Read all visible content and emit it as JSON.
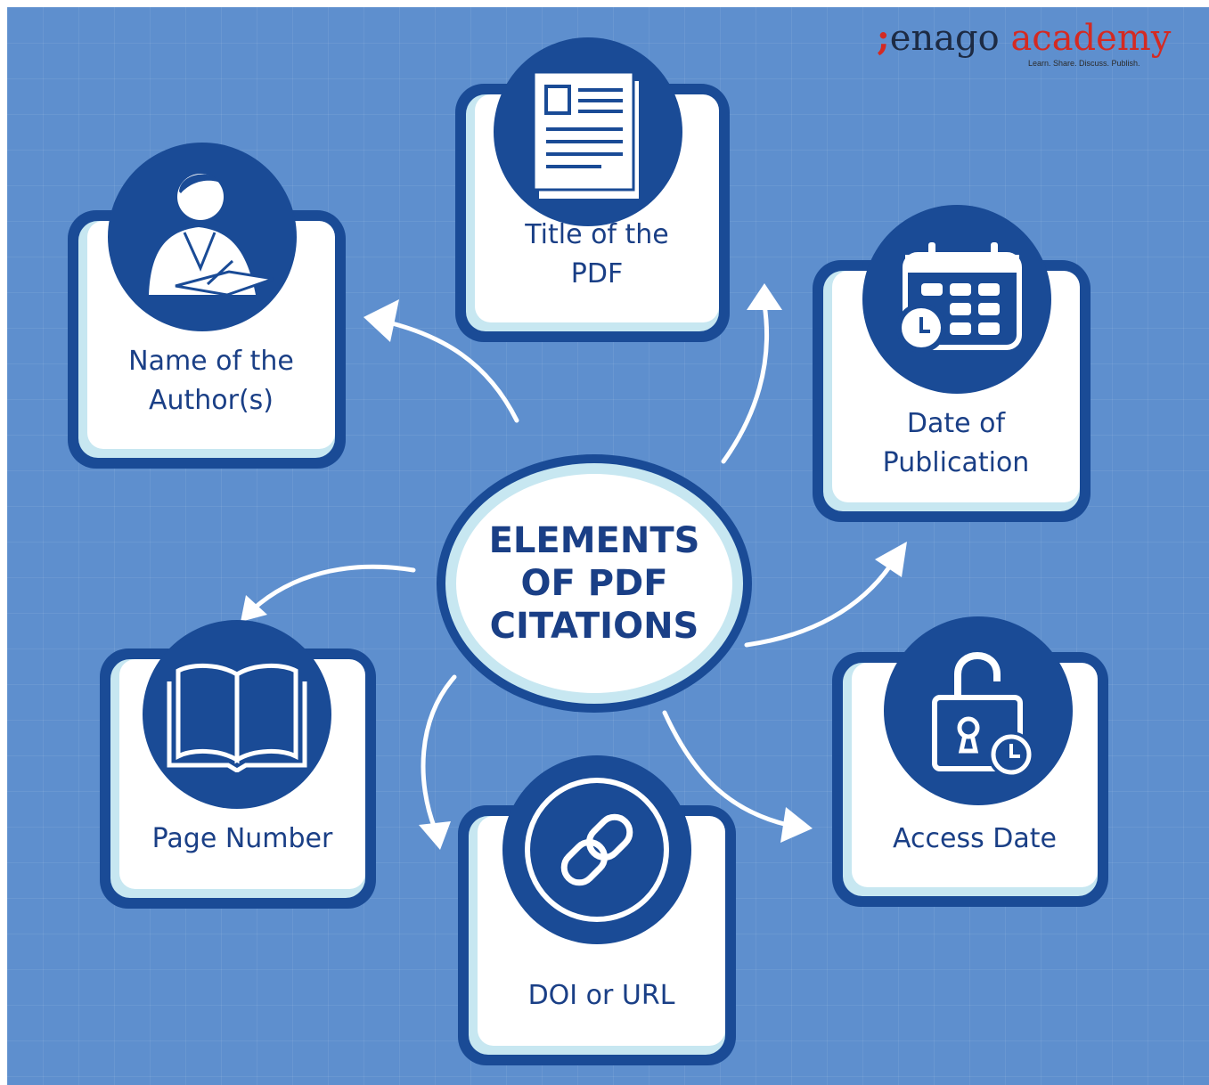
{
  "logo": {
    "mark": ";",
    "word1": "enago",
    "word2": "academy",
    "tagline": "Learn. Share. Discuss. Publish."
  },
  "center": {
    "title": "ELEMENTS OF PDF CITATIONS"
  },
  "cards": {
    "author": {
      "label": "Name of the Author(s)",
      "icon": "author-writing-icon"
    },
    "title": {
      "label": "Title of the PDF",
      "icon": "document-icon"
    },
    "date": {
      "label": "Date of Publication",
      "icon": "calendar-clock-icon"
    },
    "page": {
      "label": "Page Number",
      "icon": "open-book-icon"
    },
    "doi": {
      "label": "DOI or URL",
      "icon": "link-icon"
    },
    "access": {
      "label": "Access Date",
      "icon": "unlocked-padlock-clock-icon"
    }
  },
  "colors": {
    "background": "#5e8fce",
    "navy": "#1a4b96",
    "light_blue": "#c7e7f1",
    "text": "#1a3f86",
    "brand_red": "#d42a22"
  }
}
